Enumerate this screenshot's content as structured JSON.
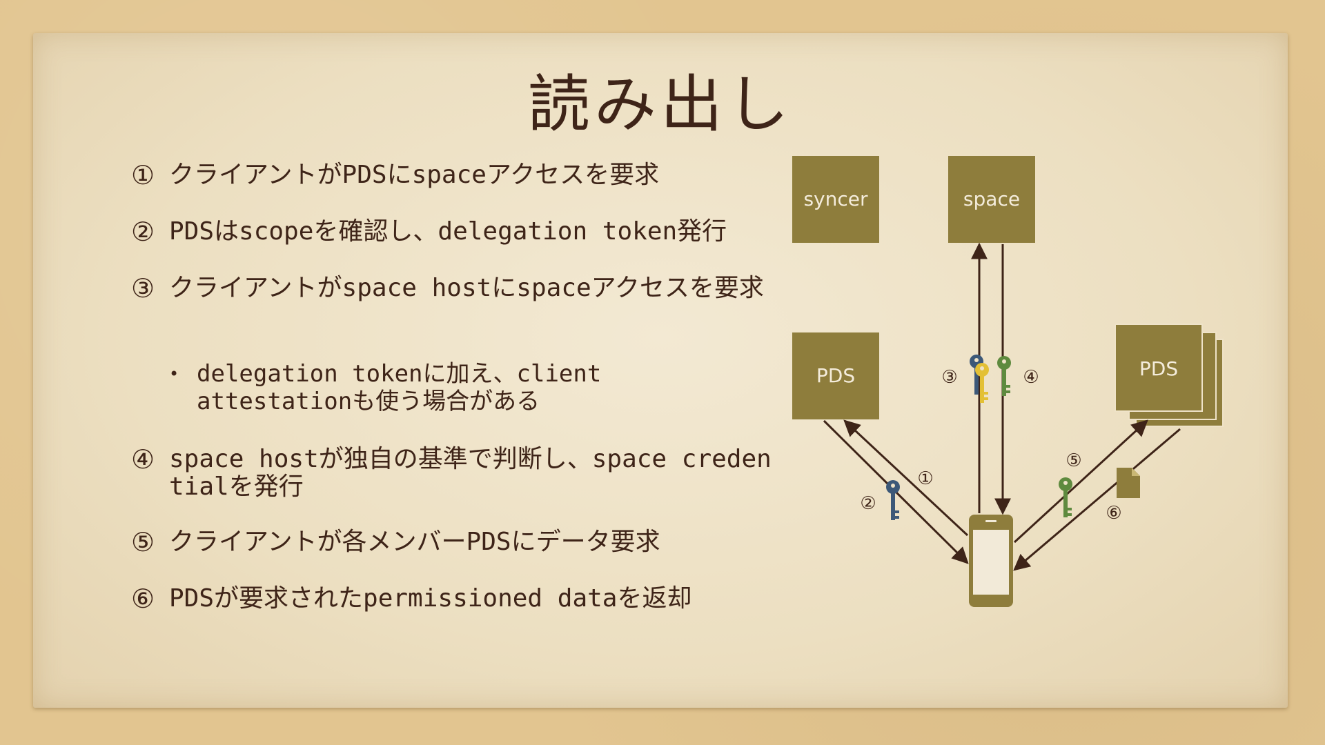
{
  "slide": {
    "title": "読み出し"
  },
  "steps": [
    {
      "num": "①",
      "text": "クライアントがPDSにspaceアクセスを要求"
    },
    {
      "num": "②",
      "text": "PDSはscopeを確認し、delegation token発行"
    },
    {
      "num": "③",
      "text": "クライアントがspace hostにspaceアクセスを要求"
    },
    {
      "num": "④",
      "text": "space hostが独自の基準で判断し、space credentialを発行"
    },
    {
      "num": "⑤",
      "text": "クライアントが各メンバーPDSにデータ要求"
    },
    {
      "num": "⑥",
      "text": "PDSが要求されたpermissioned dataを返却"
    }
  ],
  "sub_bullet": {
    "bullet": "•",
    "text": "delegation tokenに加え、client attestationも使う場合がある"
  },
  "diagram": {
    "boxes": {
      "syncer": "syncer",
      "space": "space",
      "pds_left": "PDS",
      "pds_right": "PDS"
    },
    "markers": {
      "m1": "①",
      "m2": "②",
      "m3": "③",
      "m4": "④",
      "m5": "⑤",
      "m6": "⑥"
    },
    "colors": {
      "box": "#8e7d3c",
      "arrow": "#3e2418",
      "key_blue": "#3c5878",
      "key_yellow": "#e3c035",
      "key_green": "#5e8a3e",
      "phone": "#8e7d3c"
    }
  }
}
